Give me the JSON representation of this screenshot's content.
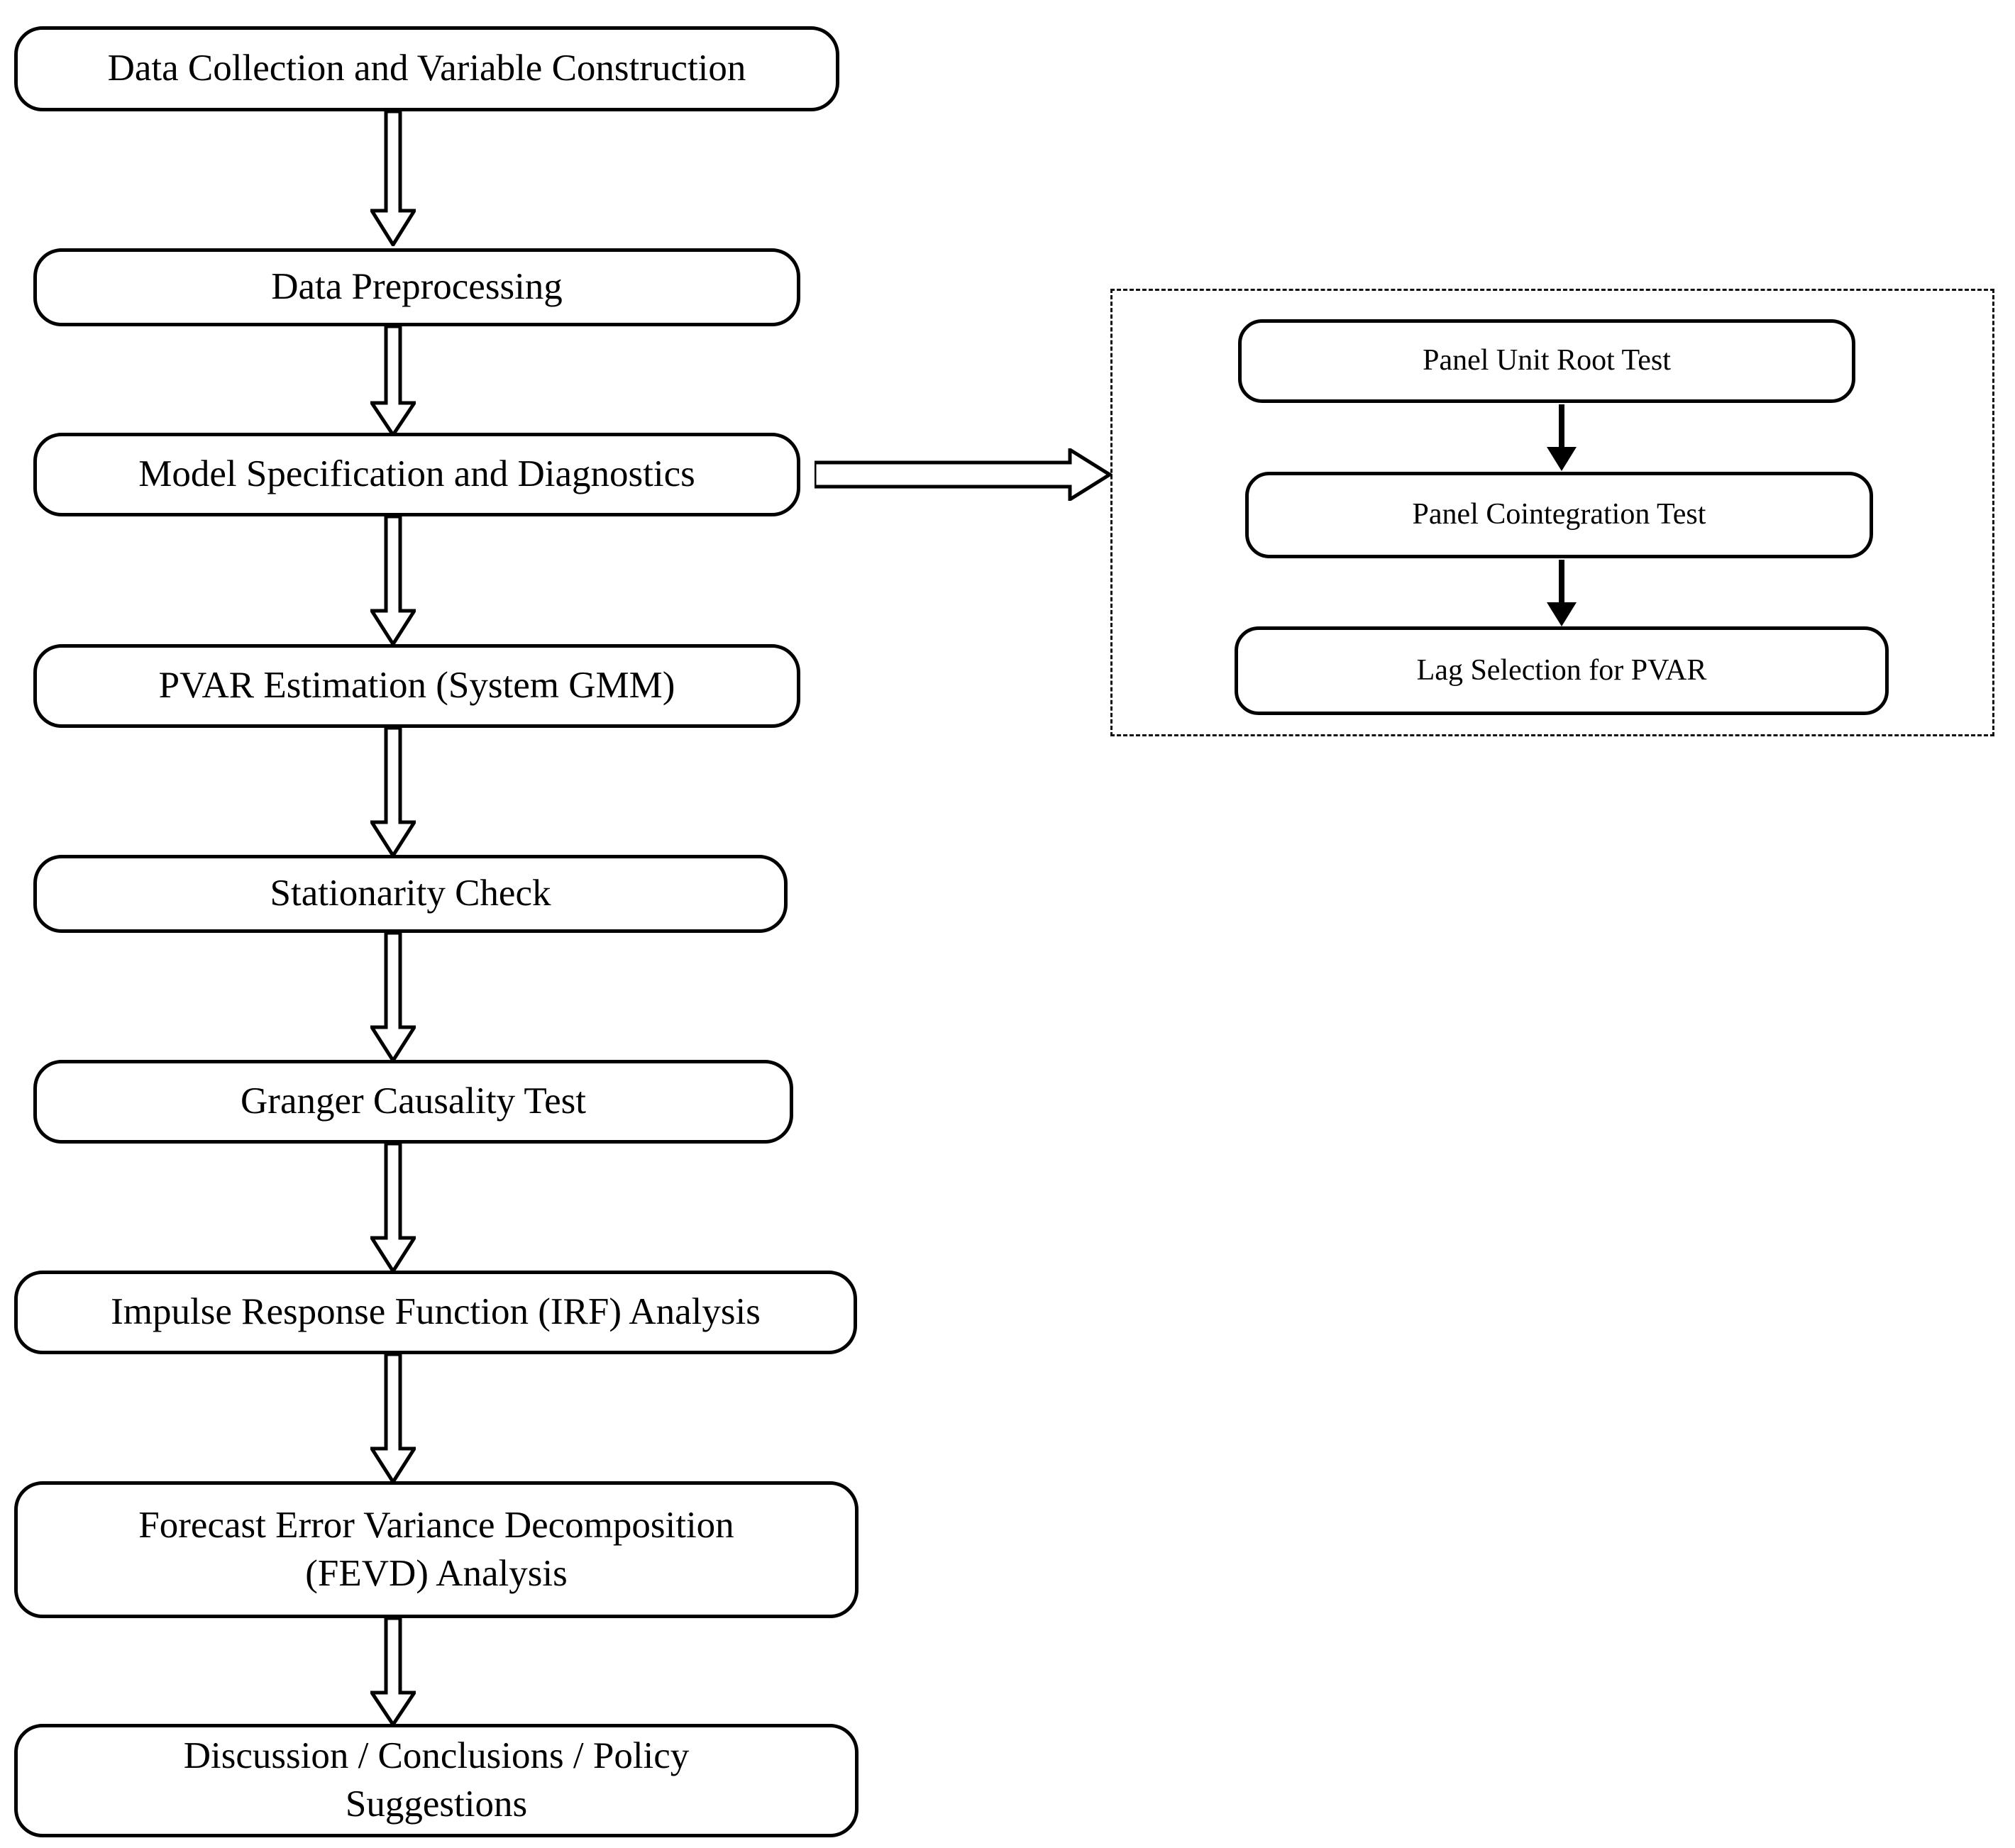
{
  "diagram": {
    "title": "Research Methodology Flowchart",
    "background_color": "#ffffff",
    "stroke_color": "#000000"
  },
  "main_flow": {
    "nodes": [
      {
        "id": "data-collection",
        "label": "Data Collection and Variable Construction"
      },
      {
        "id": "data-preprocessing",
        "label": "Data Preprocessing"
      },
      {
        "id": "model-spec",
        "label": "Model Specification and Diagnostics"
      },
      {
        "id": "pvar-estimation",
        "label": "PVAR Estimation (System GMM)"
      },
      {
        "id": "stationarity",
        "label": "Stationarity Check"
      },
      {
        "id": "granger",
        "label": "Granger Causality Test"
      },
      {
        "id": "irf",
        "label": "Impulse Response Function (IRF) Analysis"
      },
      {
        "id": "fevd-line1",
        "label": "Forecast Error Variance Decomposition"
      },
      {
        "id": "fevd-line2",
        "label": "(FEVD) Analysis"
      },
      {
        "id": "discussion-line1",
        "label": "Discussion / Conclusions / Policy"
      },
      {
        "id": "discussion-line2",
        "label": "Suggestions"
      }
    ],
    "connector_icons": [
      "block-arrow-down-icon",
      "block-arrow-down-icon",
      "block-arrow-down-icon",
      "block-arrow-down-icon",
      "block-arrow-down-icon",
      "block-arrow-down-icon",
      "block-arrow-down-icon",
      "block-arrow-down-icon"
    ]
  },
  "branch_connector": {
    "icon": "block-arrow-right-icon",
    "from": "Model Specification and Diagnostics",
    "to": "Diagnostics sub-process group"
  },
  "diagnostics_group": {
    "border_style": "dashed",
    "nodes": [
      {
        "id": "panel-unit-root",
        "label": "Panel Unit Root Test"
      },
      {
        "id": "panel-cointegration",
        "label": "Panel Cointegration Test"
      },
      {
        "id": "lag-selection",
        "label": "Lag Selection for PVAR"
      }
    ],
    "connector_icons": [
      "line-arrow-down-icon",
      "line-arrow-down-icon"
    ]
  }
}
